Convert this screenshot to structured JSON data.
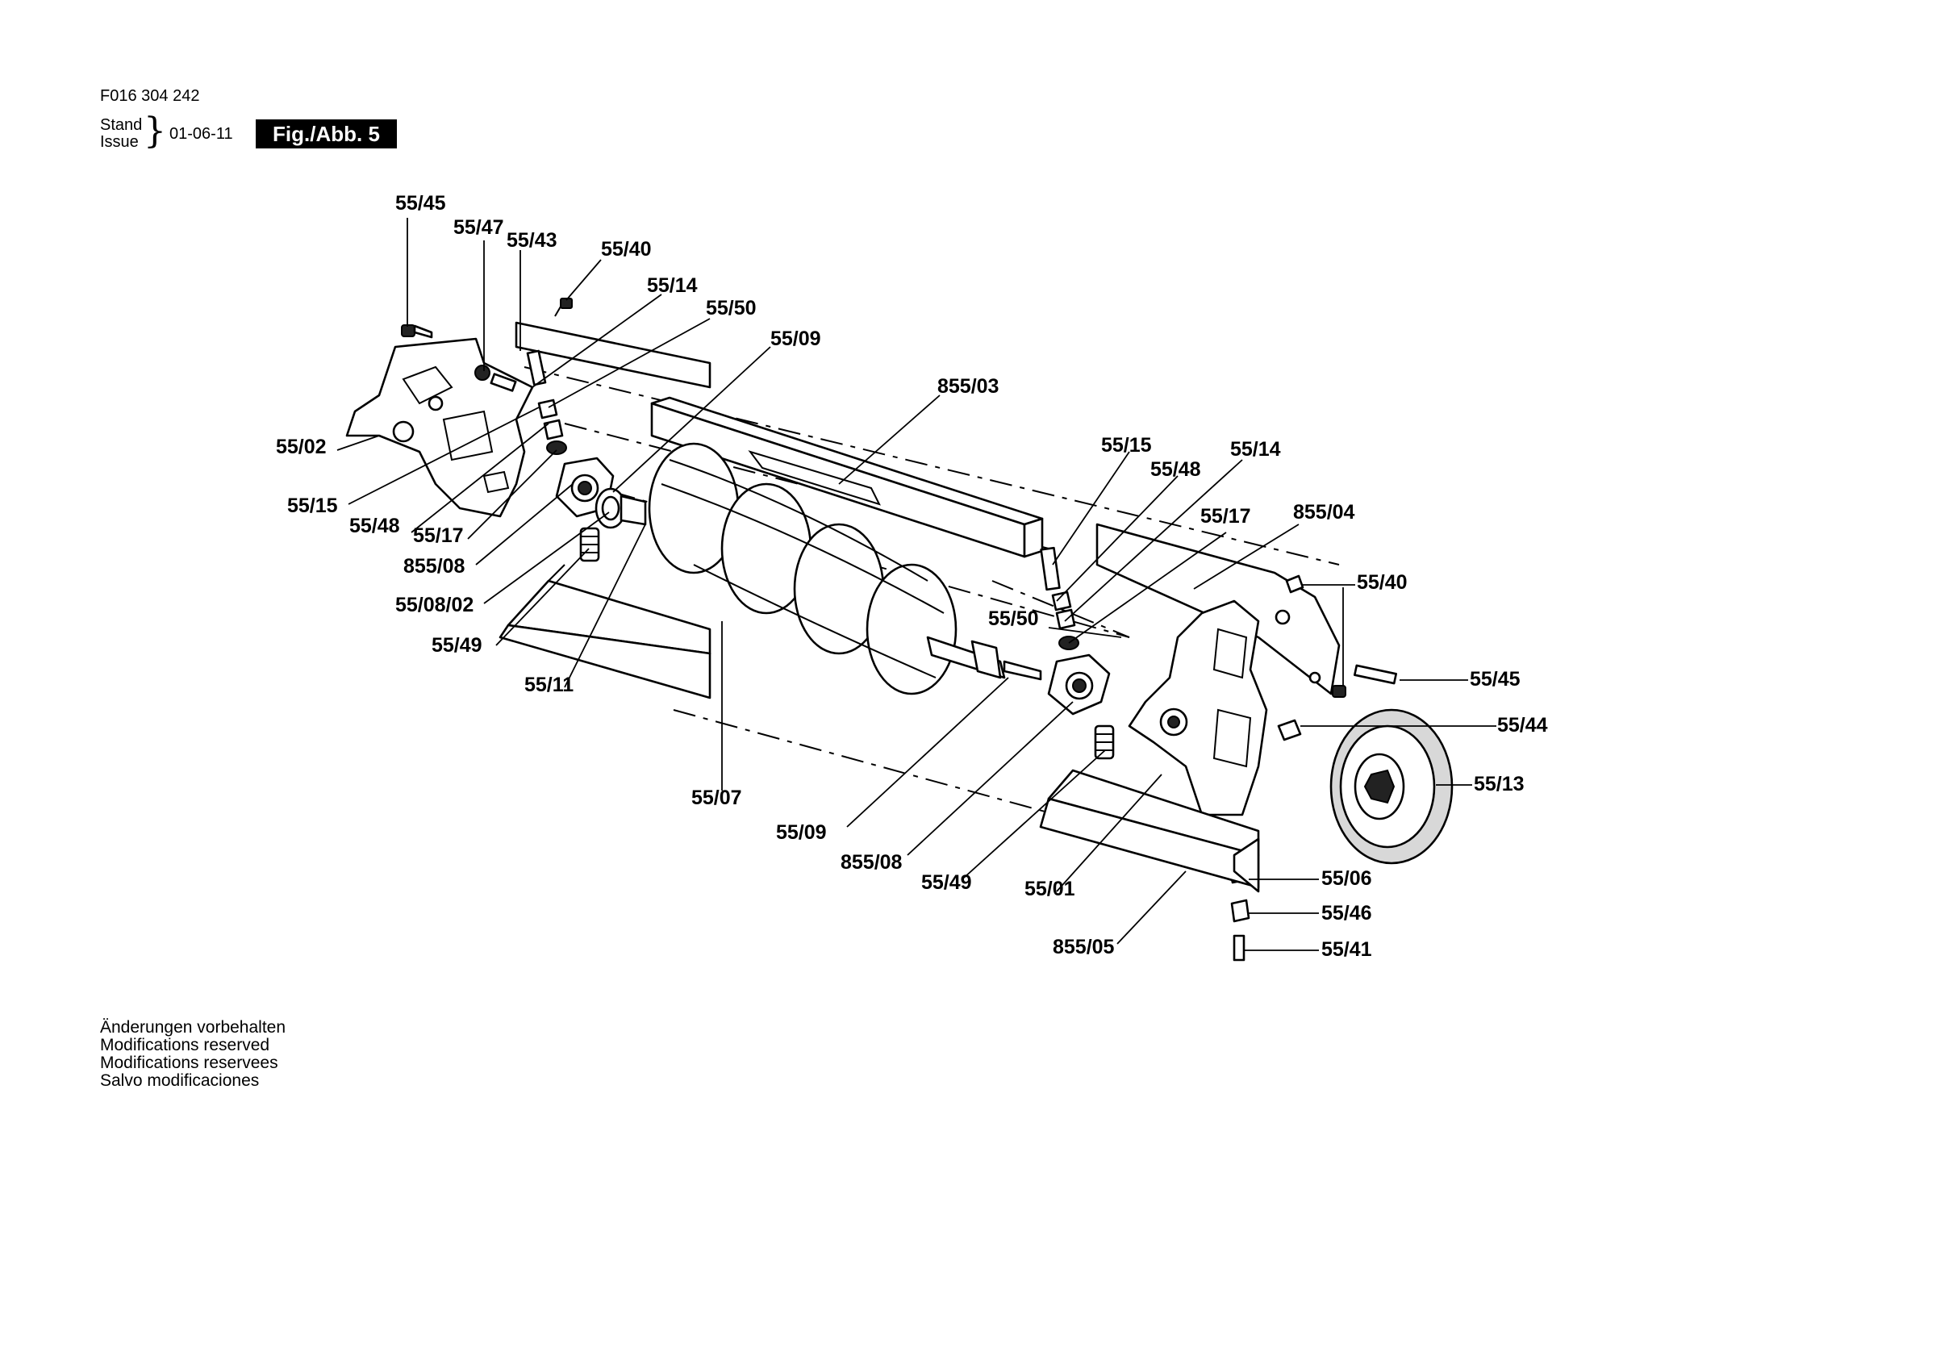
{
  "header": {
    "doc_number": "F016 304 242",
    "stand_label": "Stand",
    "issue_label": "Issue",
    "issue_date": "01-06-11",
    "figure_label": "Fig./Abb. 5"
  },
  "footer": [
    "Änderungen vorbehalten",
    "Modifications reserved",
    "Modifications reservees",
    "Salvo modificaciones"
  ],
  "callouts": [
    "55/45",
    "55/47",
    "55/43",
    "55/40",
    "55/14",
    "55/50",
    "55/09",
    "855/03",
    "55/02",
    "55/15",
    "55/48",
    "55/17",
    "855/08",
    "55/08/02",
    "55/49",
    "55/11",
    "55/07",
    "55/09",
    "855/08",
    "55/49",
    "55/01",
    "855/05",
    "55/15",
    "55/48",
    "55/14",
    "55/17",
    "855/04",
    "55/50",
    "55/40",
    "55/45",
    "55/44",
    "55/13",
    "55/06",
    "55/46",
    "55/41"
  ]
}
